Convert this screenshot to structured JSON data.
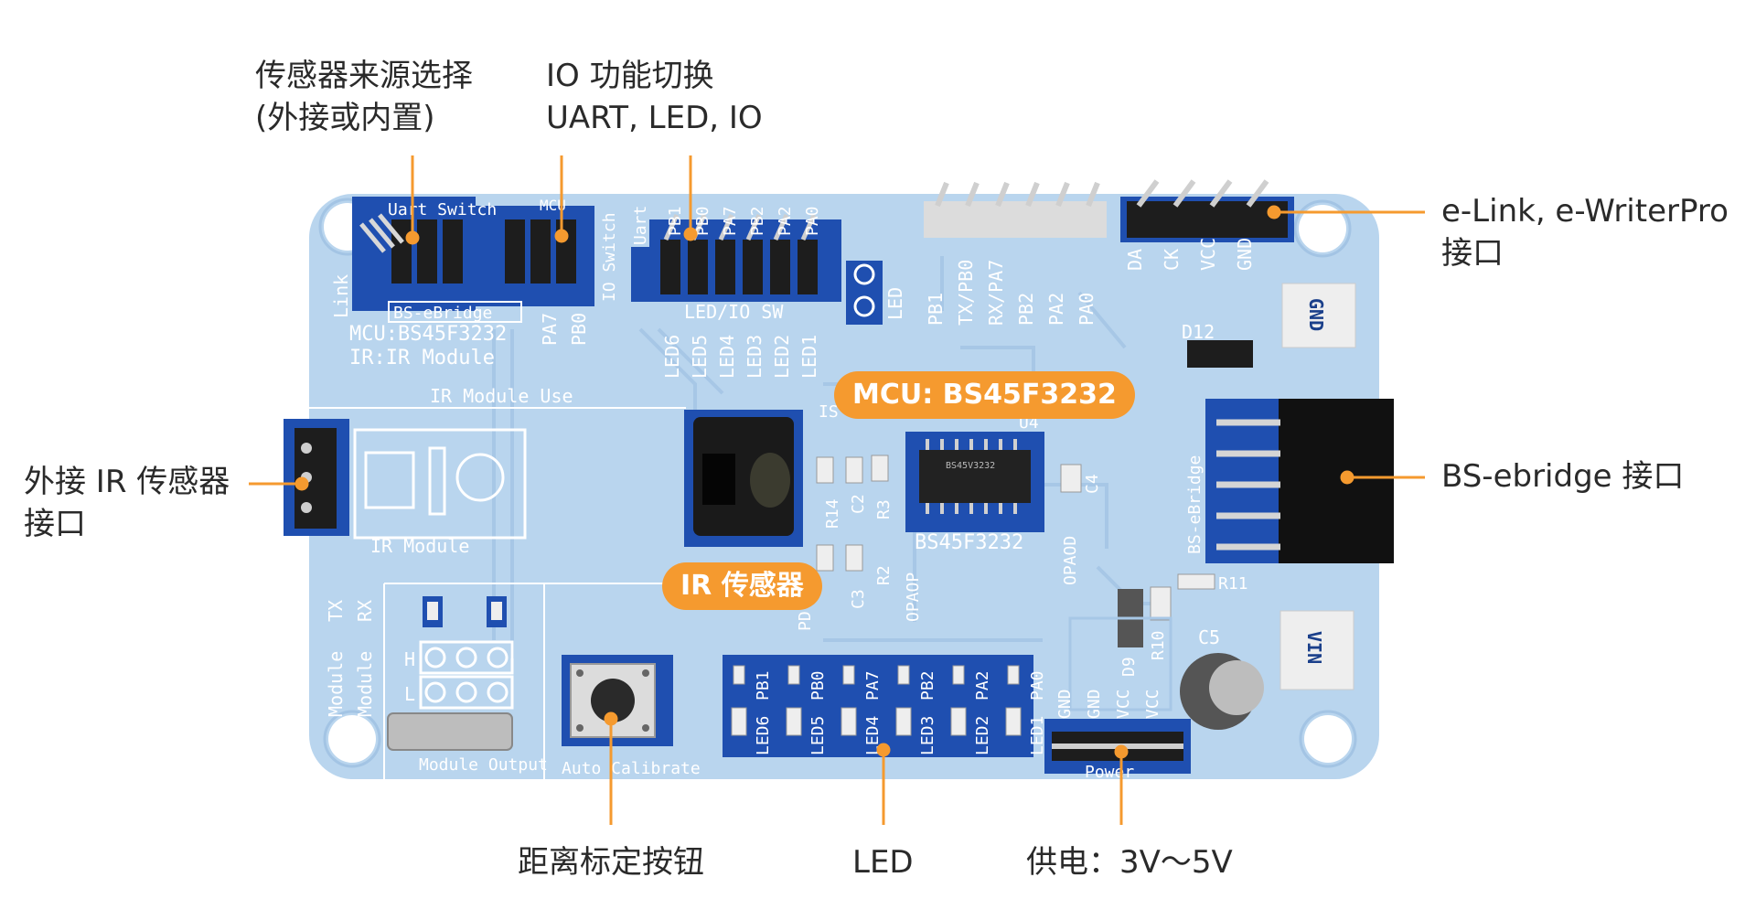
{
  "callouts": {
    "sensor_source": {
      "line1": "传感器来源选择",
      "line2": "(外接或内置)"
    },
    "io_switch": {
      "line1": "IO 功能切换",
      "line2": "UART, LED, IO"
    },
    "elink": {
      "line1": "e-Link, e-WriterPro",
      "line2": "接口"
    },
    "ext_ir": {
      "line1": "外接 IR 传感器",
      "line2": "接口"
    },
    "bs_ebridge": {
      "line1": "BS-ebridge 接口"
    },
    "calibrate": {
      "line1": "距离标定按钮"
    },
    "led": {
      "line1": "LED"
    },
    "power": {
      "line1": "供电：3V～5V"
    }
  },
  "badges": {
    "mcu": "MCU: BS45F3232",
    "ir": "IR 传感器"
  },
  "silkscreen": {
    "uart_switch": "Uart Switch",
    "mcu_label": "MCU",
    "bs_ebridge_small": "BS-eBridge",
    "link": "Link",
    "mcu_note": "MCU:BS45F3232",
    "ir_note": "IR:IR Module",
    "pa7": "PA7",
    "pb0": "PB0",
    "io_switch": "IO Switch",
    "uart": "Uart",
    "top_pins": [
      "PB1",
      "PB0",
      "PA7",
      "PB2",
      "PA2",
      "PA0"
    ],
    "led_io_sw": "LED/IO SW",
    "led_col": [
      "LED6",
      "LED5",
      "LED4",
      "LED3",
      "LED2",
      "LED1"
    ],
    "led_right": "LED",
    "header_pins": [
      "PB1",
      "TX/PB0",
      "RX/PA7",
      "PB2",
      "PA2",
      "PA0"
    ],
    "elink_pins": [
      "DA",
      "CK",
      "VCC",
      "GND"
    ],
    "gnd": "GND",
    "d12": "D12",
    "ir_module_use": "IR Module Use",
    "ir_module": "IR Module",
    "is": "IS",
    "u4": "U4",
    "chip": "BS45F3232",
    "chip_text": "BS45V3232",
    "r14": "R14",
    "c2": "C2",
    "r3": "R3",
    "r2": "R2",
    "c3": "C3",
    "opaop": "OPAOP",
    "opaod": "OPAOD",
    "c4": "C4",
    "bs_ebridge_right": "BS-eBridge",
    "r11": "R11",
    "tx": "TX",
    "rx": "RX",
    "module": "Module",
    "h": "H",
    "l": "L",
    "module_output": "Module Output",
    "auto_calibrate": "Auto Calibrate",
    "bottom_led_pins": [
      "PB1",
      "PB0",
      "PA7",
      "PB2",
      "PA2",
      "PA0"
    ],
    "bottom_led_names": [
      "LED6",
      "LED5",
      "LED4",
      "LED3",
      "LED2",
      "LED1"
    ],
    "power_pins": [
      "GND",
      "GND",
      "VCC",
      "VCC"
    ],
    "power": "Power",
    "d9": "D9",
    "r10": "R10",
    "c5": "C5",
    "vin": "VIN",
    "pd": "PD"
  },
  "colors": {
    "board": "#b9d5ee",
    "blue_pad": "#1f4fb0",
    "accent": "#f59a2f",
    "text": "#2a2a2a"
  }
}
